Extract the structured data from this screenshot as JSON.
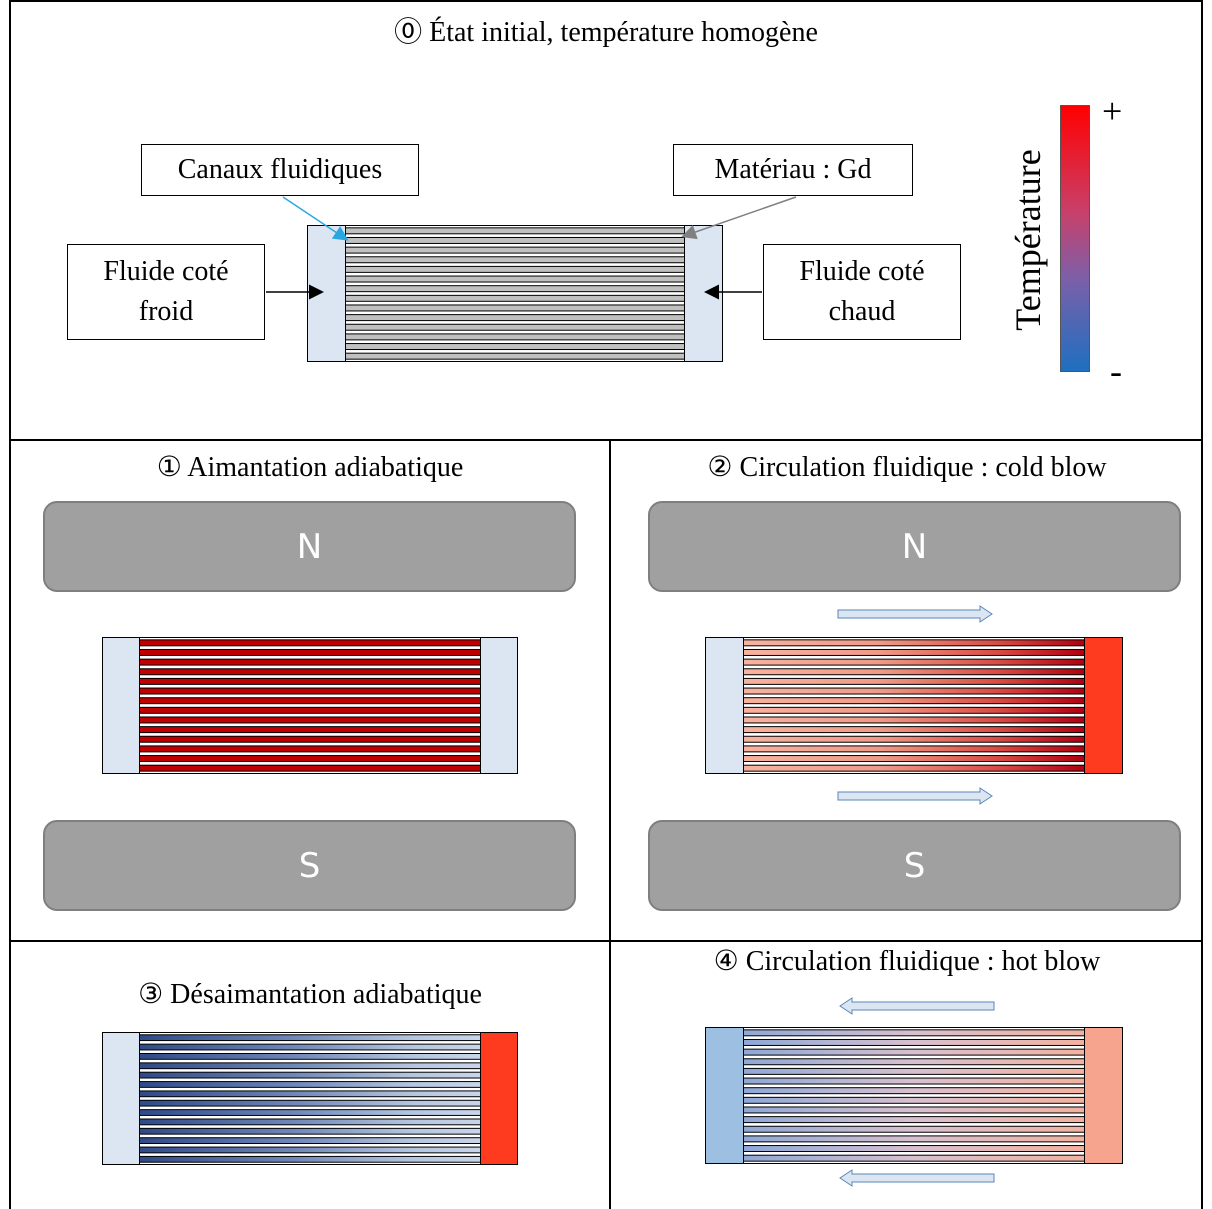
{
  "step0": {
    "title": "⓪ État initial, température homogène",
    "label_channels": "Canaux fluidiques",
    "label_material": "Matériau : Gd",
    "label_cold_fluid": "Fluide coté froid",
    "label_hot_fluid": "Fluide coté chaud",
    "colorbar": {
      "title": "Température",
      "max_label": "+",
      "min_label": "-",
      "colors": [
        "#ff0000",
        "#1f6fc0"
      ]
    }
  },
  "step1": {
    "title": "① Aimantation adiabatique",
    "magnet_top": "N",
    "magnet_bottom": "S"
  },
  "step2": {
    "title": "② Circulation fluidique : cold blow",
    "magnet_top": "N",
    "magnet_bottom": "S",
    "flow_direction": "right"
  },
  "step3": {
    "title": "③ Désaimantation adiabatique"
  },
  "step4": {
    "title": "④ Circulation fluidique : hot blow",
    "flow_direction": "left"
  },
  "colors": {
    "magnet": "#a0a0a0",
    "fluid_neutral": "#dce6f2",
    "plate_neutral": "#c0c0c0",
    "plate_hot": "#c00000",
    "hot_end": "#ff3b1f",
    "warm": "#f6a48e",
    "cold": "#2e4a87",
    "cool": "#9dbfe1",
    "arrow_fill": "#dce6f2",
    "arrow_stroke": "#5b85b8",
    "channels_pointer": "#2aa7e0",
    "material_pointer": "#808080"
  }
}
